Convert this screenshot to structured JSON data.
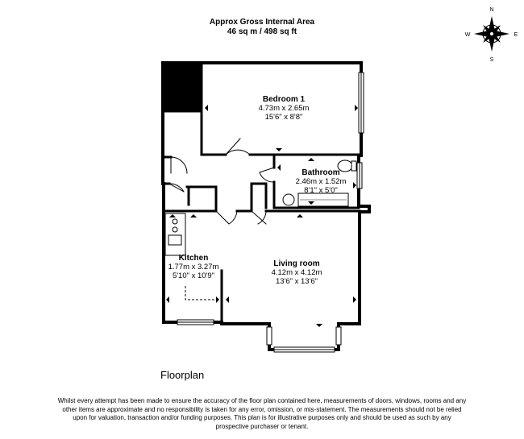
{
  "header": {
    "line1": "Approx Gross Internal Area",
    "line2": "46 sq m / 498 sq ft"
  },
  "compass": {
    "n": "N",
    "s": "S",
    "e": "E",
    "w": "W"
  },
  "rooms": {
    "bedroom": {
      "name": "Bedroom 1",
      "metric": "4.73m x 2.65m",
      "imperial": "15'6\" x 8'8\""
    },
    "bathroom": {
      "name": "Bathroom",
      "metric": "2.46m x 1.52m",
      "imperial": "8'1\" x 5'0\""
    },
    "kitchen": {
      "name": "Kitchen",
      "metric": "1.77m x 3.27m",
      "imperial": "5'10\" x 10'9\""
    },
    "living": {
      "name": "Living room",
      "metric": "4.12m x 4.12m",
      "imperial": "13'6\" x 13'6\""
    }
  },
  "caption": "Floorplan",
  "disclaimer": "Whilst every attempt has been made to ensure the accuracy of the floor plan contained here, measurements of doors, windows, rooms and any other items are approximate and no responsibility is taken for any error, omission, or mis-statement. The measurements should not be relied upon for valuation, transaction and/or funding purposes. This plan is for illustrative purposes only and should be used as such by any prospective purchaser or tenant.",
  "colors": {
    "wall": "#000000",
    "fill": "#ffffff",
    "grey": "#888888"
  }
}
